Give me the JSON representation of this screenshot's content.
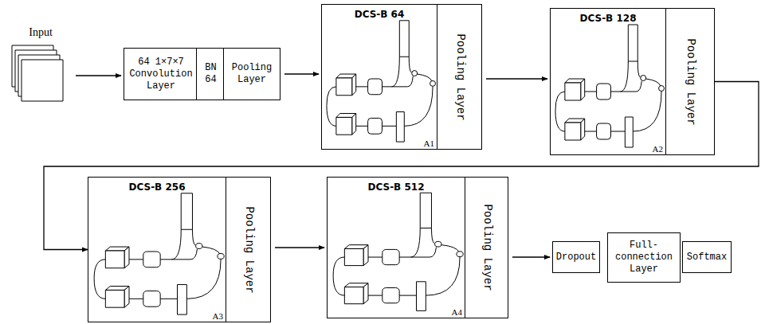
{
  "diagram": {
    "nodes": [
      {
        "text": [
          "Input"
        ]
      },
      {
        "text": [
          "64 1×7×7 Convolution Layer"
        ]
      },
      {
        "text": [
          "BN 64"
        ]
      },
      {
        "text": [
          "Pooling Layer"
        ]
      },
      {
        "text": [
          "DCS-B 64",
          "A1"
        ]
      },
      {
        "text": [
          "Pooling Layer"
        ]
      },
      {
        "text": [
          "DCS-B 128",
          "A2"
        ]
      },
      {
        "text": [
          "Pooling Layer"
        ]
      },
      {
        "text": [
          "DCS-B 256",
          "A3"
        ]
      },
      {
        "text": [
          "Pooling Layer"
        ]
      },
      {
        "text": [
          "DCS-B 512",
          "A4"
        ]
      },
      {
        "text": [
          "Pooling Layer"
        ]
      },
      {
        "text": [
          "Dropout"
        ]
      },
      {
        "text": [
          "Full-connection Layer"
        ]
      },
      {
        "text": [
          "Softmax"
        ]
      }
    ],
    "edges": [
      {
        "from": 0,
        "to": 1,
        "arrow": "to"
      },
      {
        "from": 3,
        "to": 4,
        "arrow": "to"
      },
      {
        "from": 5,
        "to": 6,
        "arrow": "to"
      },
      {
        "from": 7,
        "to": 8,
        "arrow": "to"
      },
      {
        "from": 9,
        "to": 10,
        "arrow": "to"
      },
      {
        "from": 11,
        "to": 12,
        "arrow": "to"
      }
    ]
  }
}
